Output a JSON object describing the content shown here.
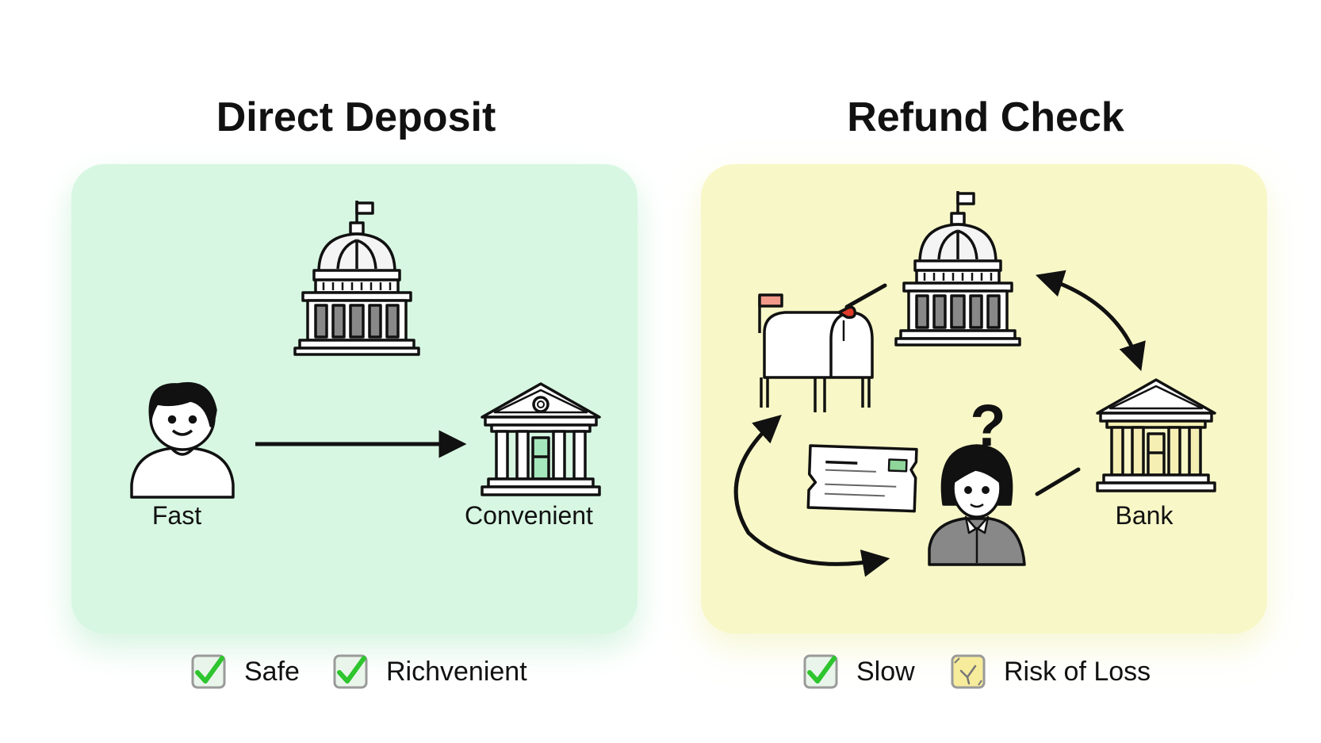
{
  "left": {
    "title": "Direct Deposit",
    "labels": {
      "person": "Fast",
      "bank": "Convenient"
    },
    "legend": [
      {
        "text": "Safe",
        "icon": "green-check-icon"
      },
      {
        "text": "Richvenient",
        "icon": "green-check-icon"
      }
    ]
  },
  "right": {
    "title": "Refund Check",
    "labels": {
      "bank": "Bank",
      "question_mark": "?"
    },
    "legend": [
      {
        "text": "Slow",
        "icon": "green-check-icon"
      },
      {
        "text": "Risk of Loss",
        "icon": "yellow-warning-box-icon"
      }
    ]
  },
  "colors": {
    "left_panel": "#d7f7e2",
    "right_panel": "#f8f7c7",
    "check_green": "#2ec52e",
    "ink": "#111111"
  }
}
